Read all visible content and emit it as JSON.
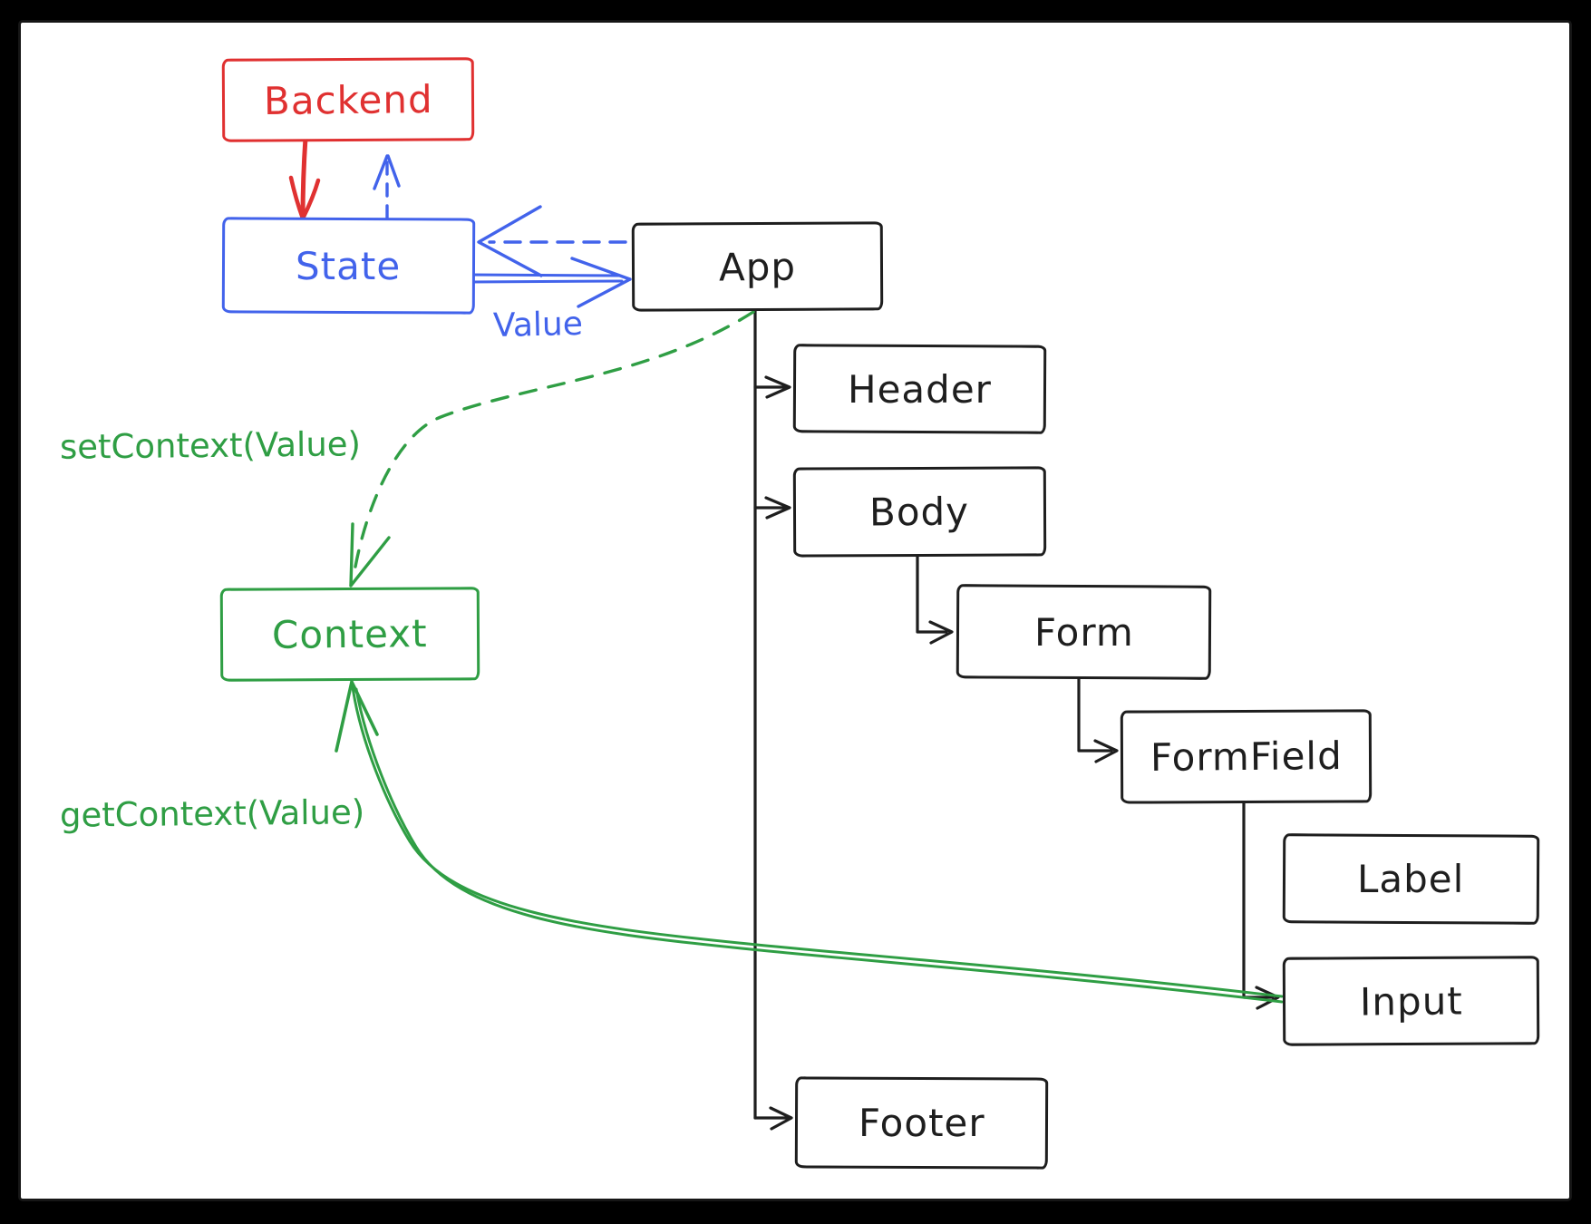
{
  "nodes": {
    "backend": {
      "label": "Backend",
      "color": "#e03131"
    },
    "state": {
      "label": "State",
      "color": "#4263eb"
    },
    "context": {
      "label": "Context",
      "color": "#2f9e44"
    },
    "app": {
      "label": "App",
      "color": "#1e1e1e"
    },
    "header": {
      "label": "Header",
      "color": "#1e1e1e"
    },
    "body": {
      "label": "Body",
      "color": "#1e1e1e"
    },
    "form": {
      "label": "Form",
      "color": "#1e1e1e"
    },
    "formfield": {
      "label": "FormField",
      "color": "#1e1e1e"
    },
    "field_label": {
      "label": "Label",
      "color": "#1e1e1e"
    },
    "input": {
      "label": "Input",
      "color": "#1e1e1e"
    },
    "footer": {
      "label": "Footer",
      "color": "#1e1e1e"
    }
  },
  "edges": {
    "state_to_app_label": "Value",
    "app_to_context_label": "setContext(Value)",
    "input_to_context_label": "getContext(Value)",
    "backend_to_state": {
      "style": "solid",
      "color": "#e03131"
    },
    "state_to_backend": {
      "style": "dashed",
      "color": "#4263eb"
    },
    "app_to_state": {
      "style": "dashed",
      "color": "#4263eb"
    },
    "state_to_app": {
      "style": "solid-double",
      "color": "#4263eb"
    },
    "app_to_context": {
      "style": "dashed",
      "color": "#2f9e44"
    },
    "input_to_context": {
      "style": "solid-double",
      "color": "#2f9e44"
    },
    "tree_edges": {
      "style": "solid",
      "color": "#1e1e1e"
    }
  },
  "colors": {
    "ink": "#1e1e1e",
    "red": "#e03131",
    "blue": "#4263eb",
    "green": "#2f9e44",
    "canvas_bg": "#ffffff",
    "frame_bg": "#000000"
  }
}
